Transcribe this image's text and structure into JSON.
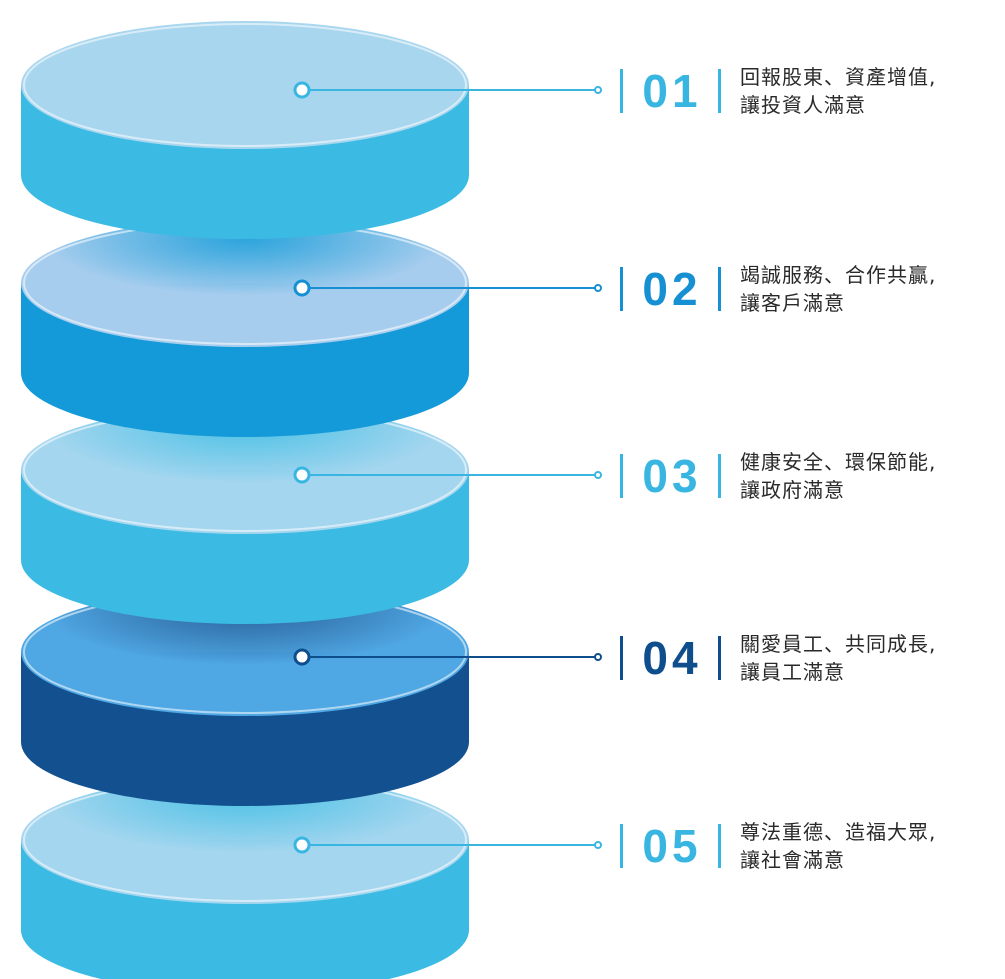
{
  "layers": [
    {
      "number": "01",
      "line1": "回報股東、資產增值,",
      "line2": "讓投資人滿意",
      "top": "#a8d6ef",
      "side": "#3bbbe3",
      "accent": "#39b5e2"
    },
    {
      "number": "02",
      "line1": "竭誠服務、合作共贏,",
      "line2": "讓客戶滿意",
      "top": "#a7cdee",
      "side": "#149ad8",
      "accent": "#1690d2"
    },
    {
      "number": "03",
      "line1": "健康安全、環保節能,",
      "line2": "讓政府滿意",
      "top": "#a5d6ef",
      "side": "#3bbbe3",
      "accent": "#39b5e2"
    },
    {
      "number": "04",
      "line1": "關愛員工、共同成長,",
      "line2": "讓員工滿意",
      "top": "#4fa7e3",
      "side": "#13508f",
      "accent": "#0f4e8c"
    },
    {
      "number": "05",
      "line1": "尊法重德、造福大眾,",
      "line2": "讓社會滿意",
      "top": "#a5d6ef",
      "side": "#3bbbe3",
      "accent": "#39b5e2"
    }
  ]
}
